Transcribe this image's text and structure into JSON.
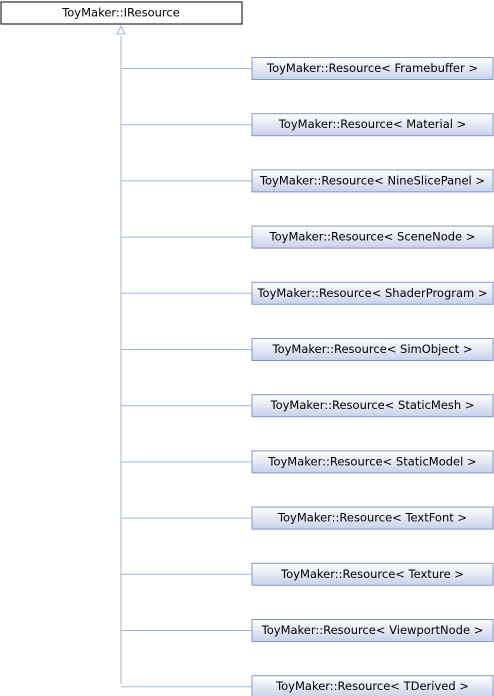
{
  "root": {
    "label": "ToyMaker::IResource"
  },
  "children": [
    {
      "label": "ToyMaker::Resource< Framebuffer >"
    },
    {
      "label": "ToyMaker::Resource< Material >"
    },
    {
      "label": "ToyMaker::Resource< NineSlicePanel >"
    },
    {
      "label": "ToyMaker::Resource< SceneNode >"
    },
    {
      "label": "ToyMaker::Resource< ShaderProgram >"
    },
    {
      "label": "ToyMaker::Resource< SimObject >"
    },
    {
      "label": "ToyMaker::Resource< StaticMesh >"
    },
    {
      "label": "ToyMaker::Resource< StaticModel >"
    },
    {
      "label": "ToyMaker::Resource< TextFont >"
    },
    {
      "label": "ToyMaker::Resource< Texture >"
    },
    {
      "label": "ToyMaker::Resource< ViewportNode >"
    },
    {
      "label": "ToyMaker::Resource< TDerived >"
    }
  ],
  "colors": {
    "node_fill_top": "#ffffff",
    "node_fill_bottom": "#c7d1ec",
    "node_border": "#8497c9",
    "edge": "#a3b4d7",
    "root_border": "#000000"
  }
}
